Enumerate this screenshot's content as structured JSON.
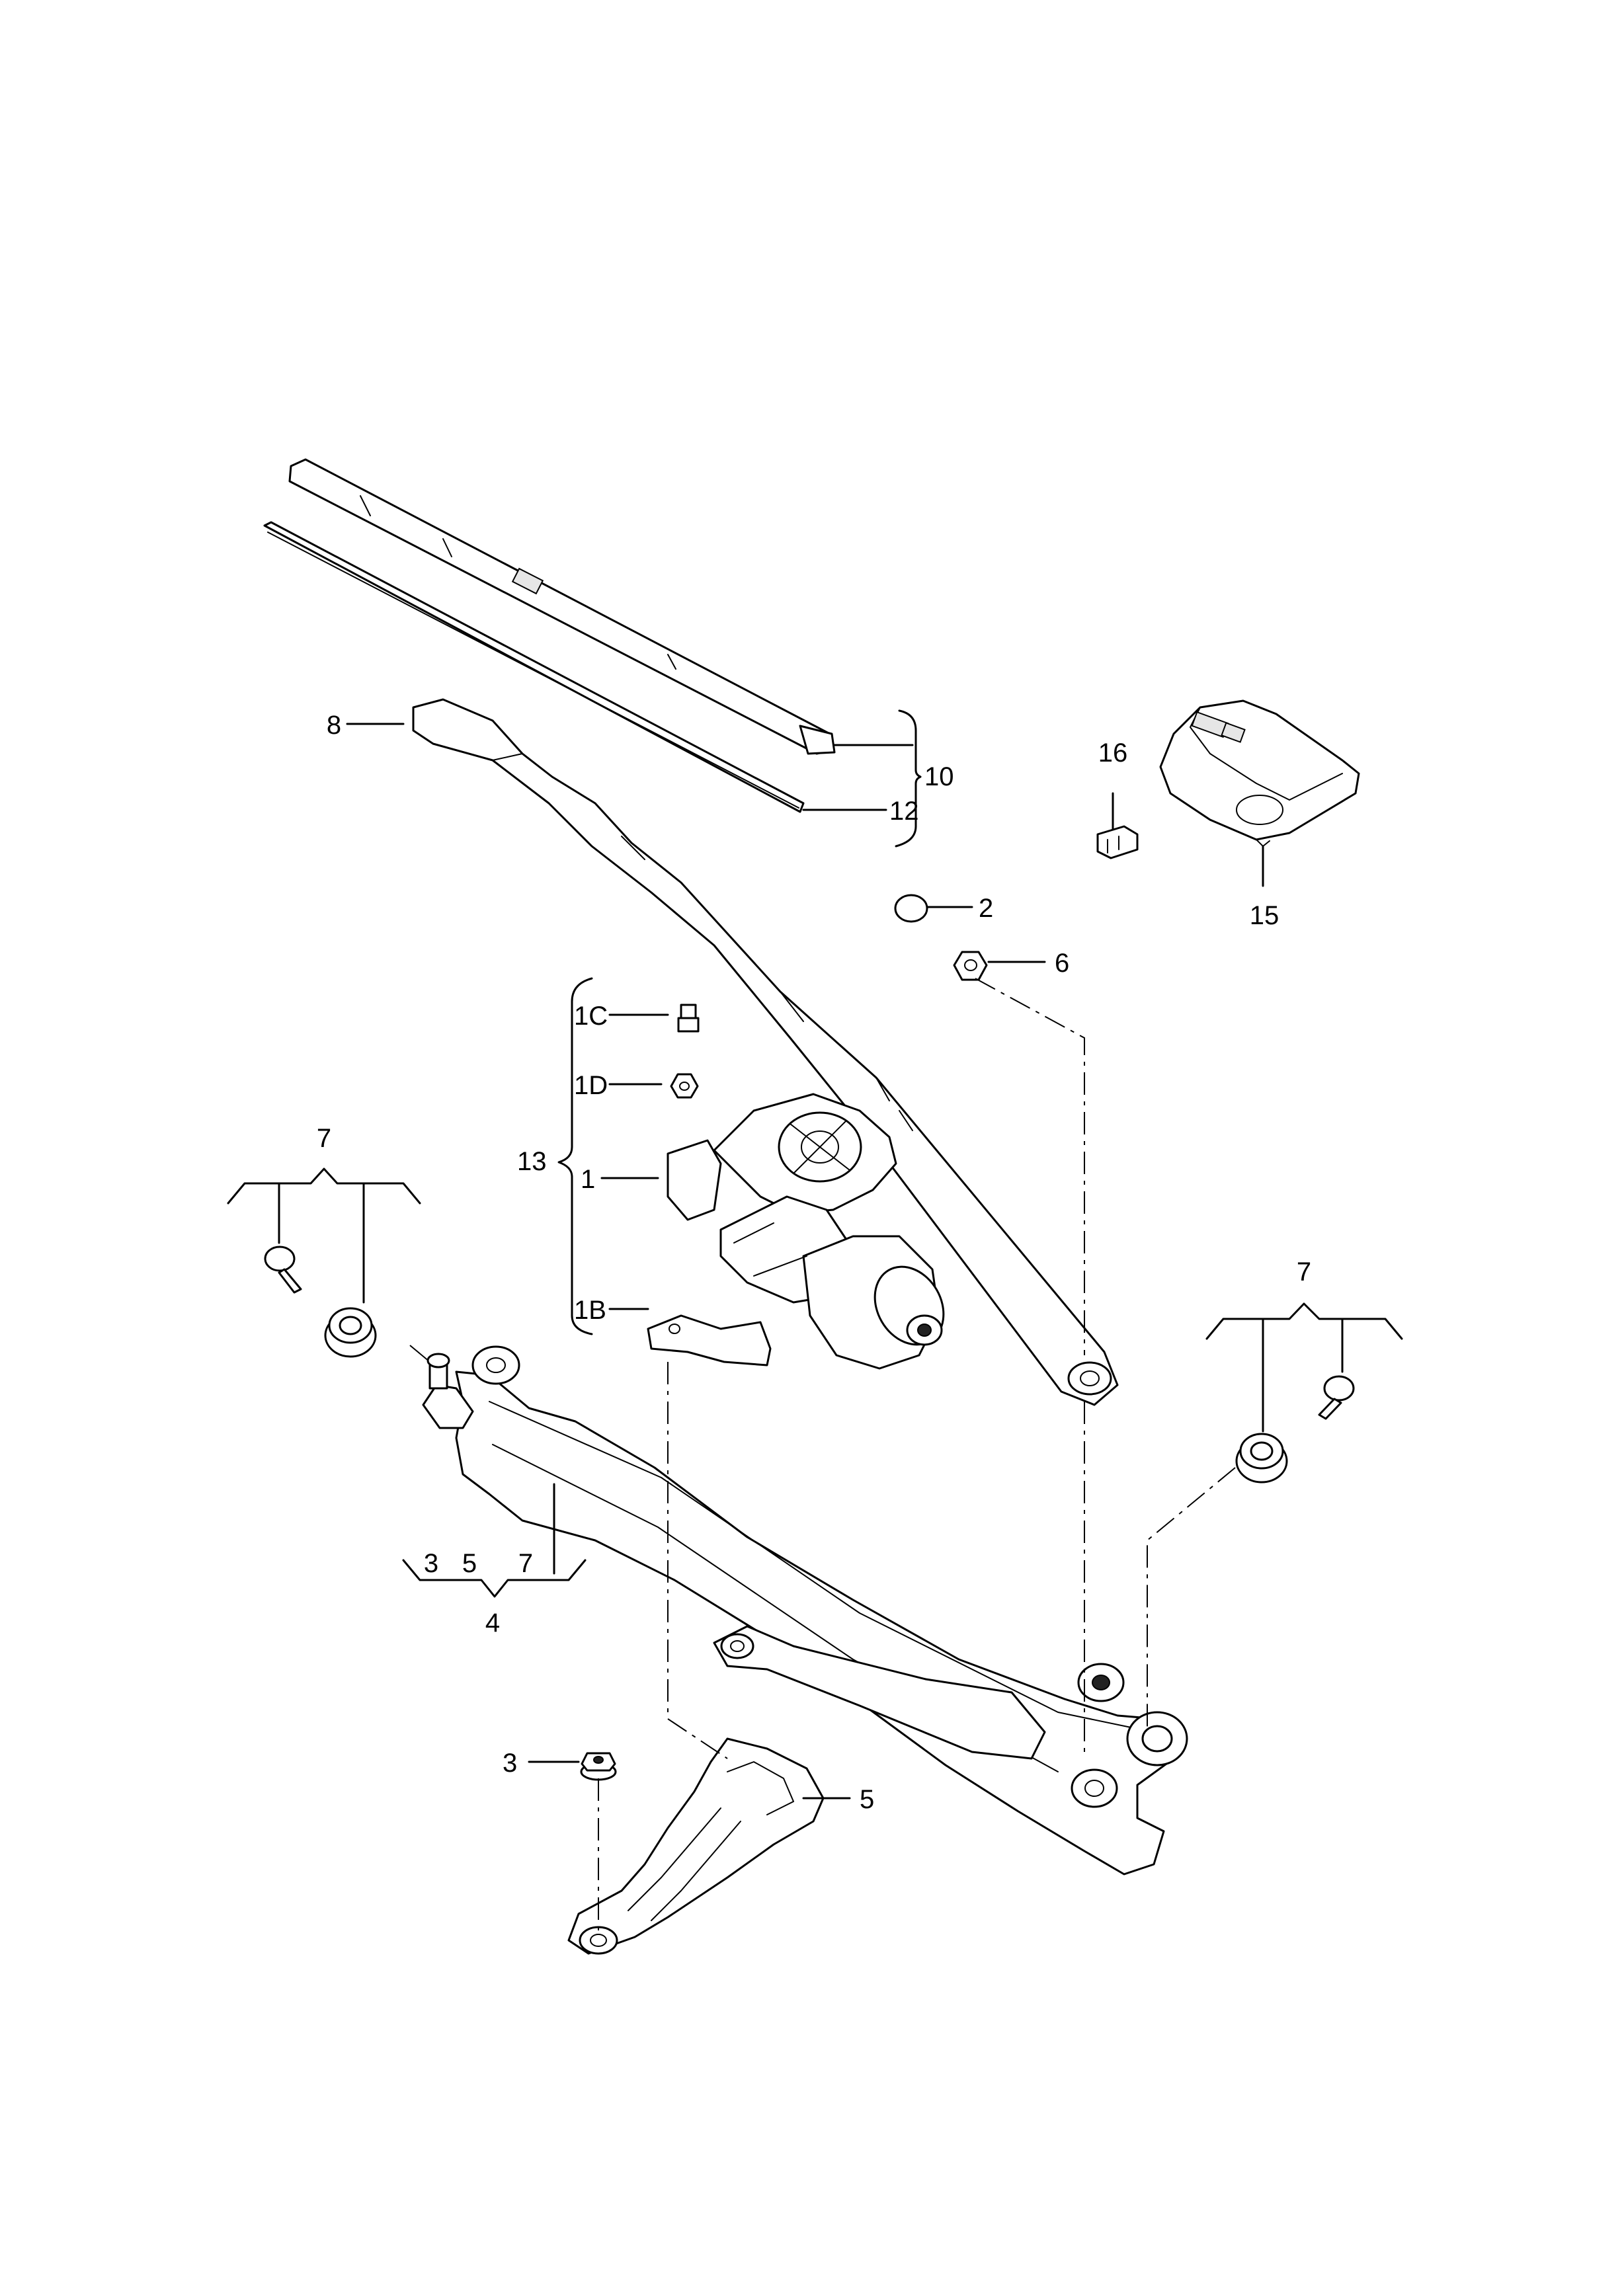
{
  "callouts": {
    "p1": "1",
    "p1B": "1B",
    "p1C": "1C",
    "p1D": "1D",
    "p2": "2",
    "p3": "3",
    "p4": "4",
    "p5": "5",
    "p6": "6",
    "p8": "8",
    "p10": "10",
    "p12": "12",
    "p13": "13",
    "p15": "15",
    "p16": "16",
    "p7_left": "7",
    "p7_right": "7",
    "group4": {
      "a": "3",
      "b": "5",
      "c": "7"
    }
  }
}
